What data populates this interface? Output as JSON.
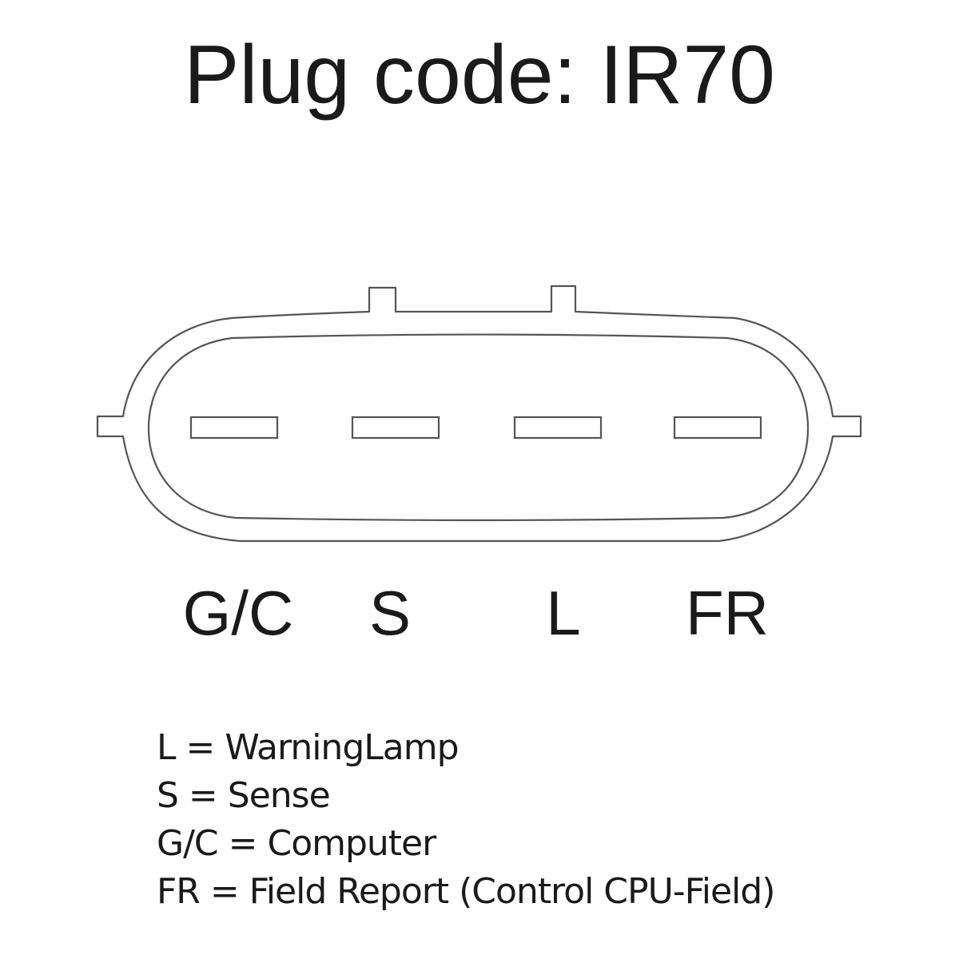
{
  "title": "Plug code: IR70",
  "pins": [
    {
      "label": "G/C"
    },
    {
      "label": "S"
    },
    {
      "label": "L"
    },
    {
      "label": "FR"
    }
  ],
  "legend": [
    "L = WarningLamp",
    "S = Sense",
    "G/C = Computer",
    "FR = Field Report (Control CPU-Field)"
  ],
  "colors": {
    "stroke": "#555555",
    "text": "#1a1a1a",
    "background": "#ffffff"
  }
}
